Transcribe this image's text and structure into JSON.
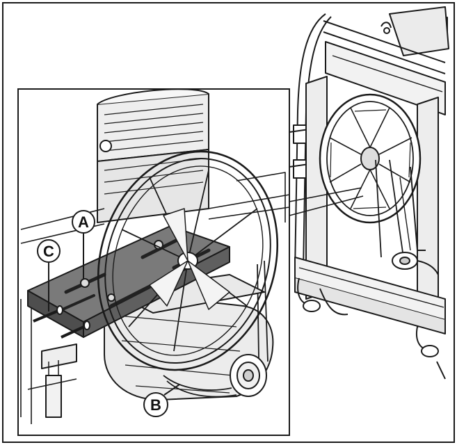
{
  "callouts": {
    "a": {
      "label": "A"
    },
    "b": {
      "label": "B"
    },
    "c": {
      "label": "C"
    }
  },
  "colors": {
    "line": "#1a1a1a",
    "plate": "#7a7a7a",
    "plate_dark": "#4e4e4e",
    "machine": "#f2f2f2",
    "shade": "#d4d4d4",
    "background": "#ffffff"
  }
}
